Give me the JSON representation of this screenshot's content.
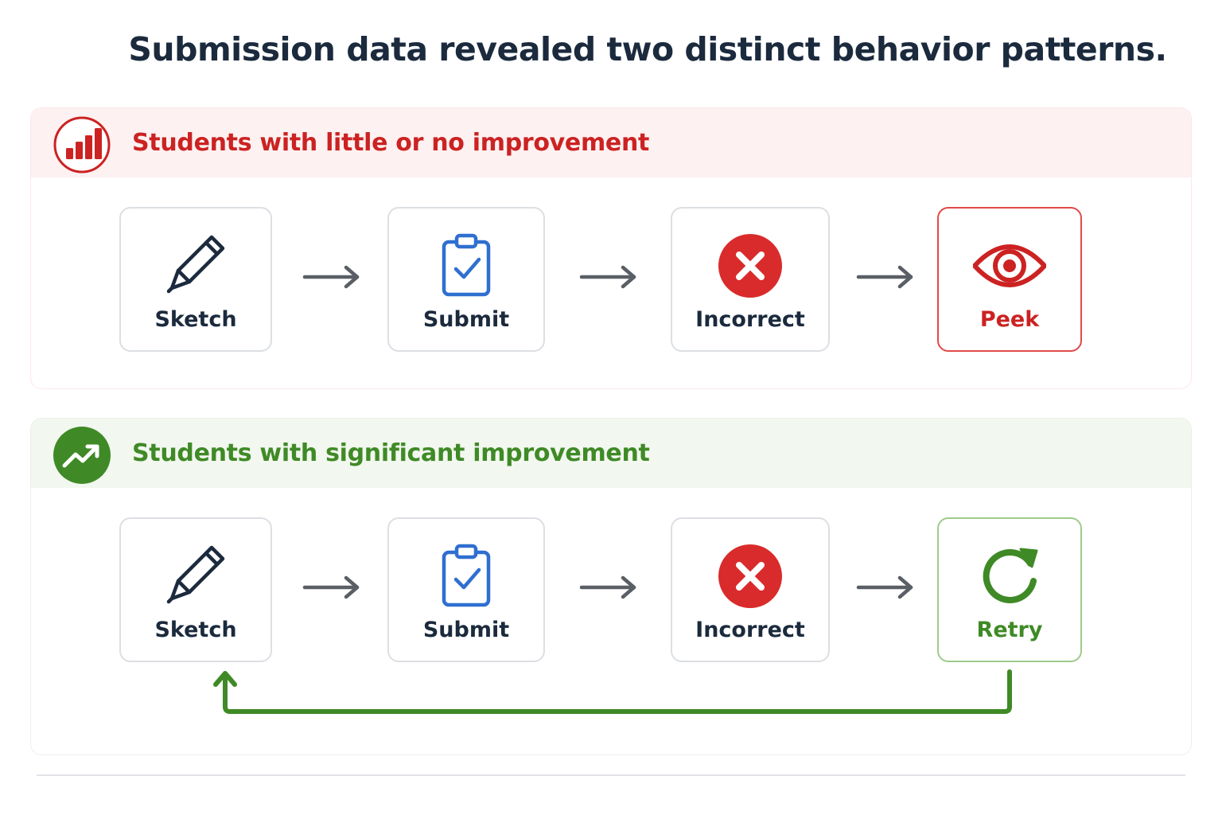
{
  "title": "Submission data revealed two distinct behavior patterns.",
  "colors": {
    "navy": "#1b2a3d",
    "red": "#cc2222",
    "green": "#3f8a26",
    "blue": "#2f6fd0",
    "arrow_gray": "#5a5f66"
  },
  "groups": [
    {
      "title": "Students with little or no improvement",
      "icon": "bar-chart-icon",
      "steps": [
        {
          "label": "Sketch",
          "icon": "pencil-icon"
        },
        {
          "label": "Submit",
          "icon": "clipboard-check-icon"
        },
        {
          "label": "Incorrect",
          "icon": "x-circle-icon"
        },
        {
          "label": "Peek",
          "icon": "eye-icon"
        }
      ]
    },
    {
      "title": "Students with significant improvement",
      "icon": "trending-up-icon",
      "steps": [
        {
          "label": "Sketch",
          "icon": "pencil-icon"
        },
        {
          "label": "Submit",
          "icon": "clipboard-check-icon"
        },
        {
          "label": "Incorrect",
          "icon": "x-circle-icon"
        },
        {
          "label": "Retry",
          "icon": "refresh-icon"
        }
      ],
      "loop_back": "retry-to-sketch"
    }
  ]
}
